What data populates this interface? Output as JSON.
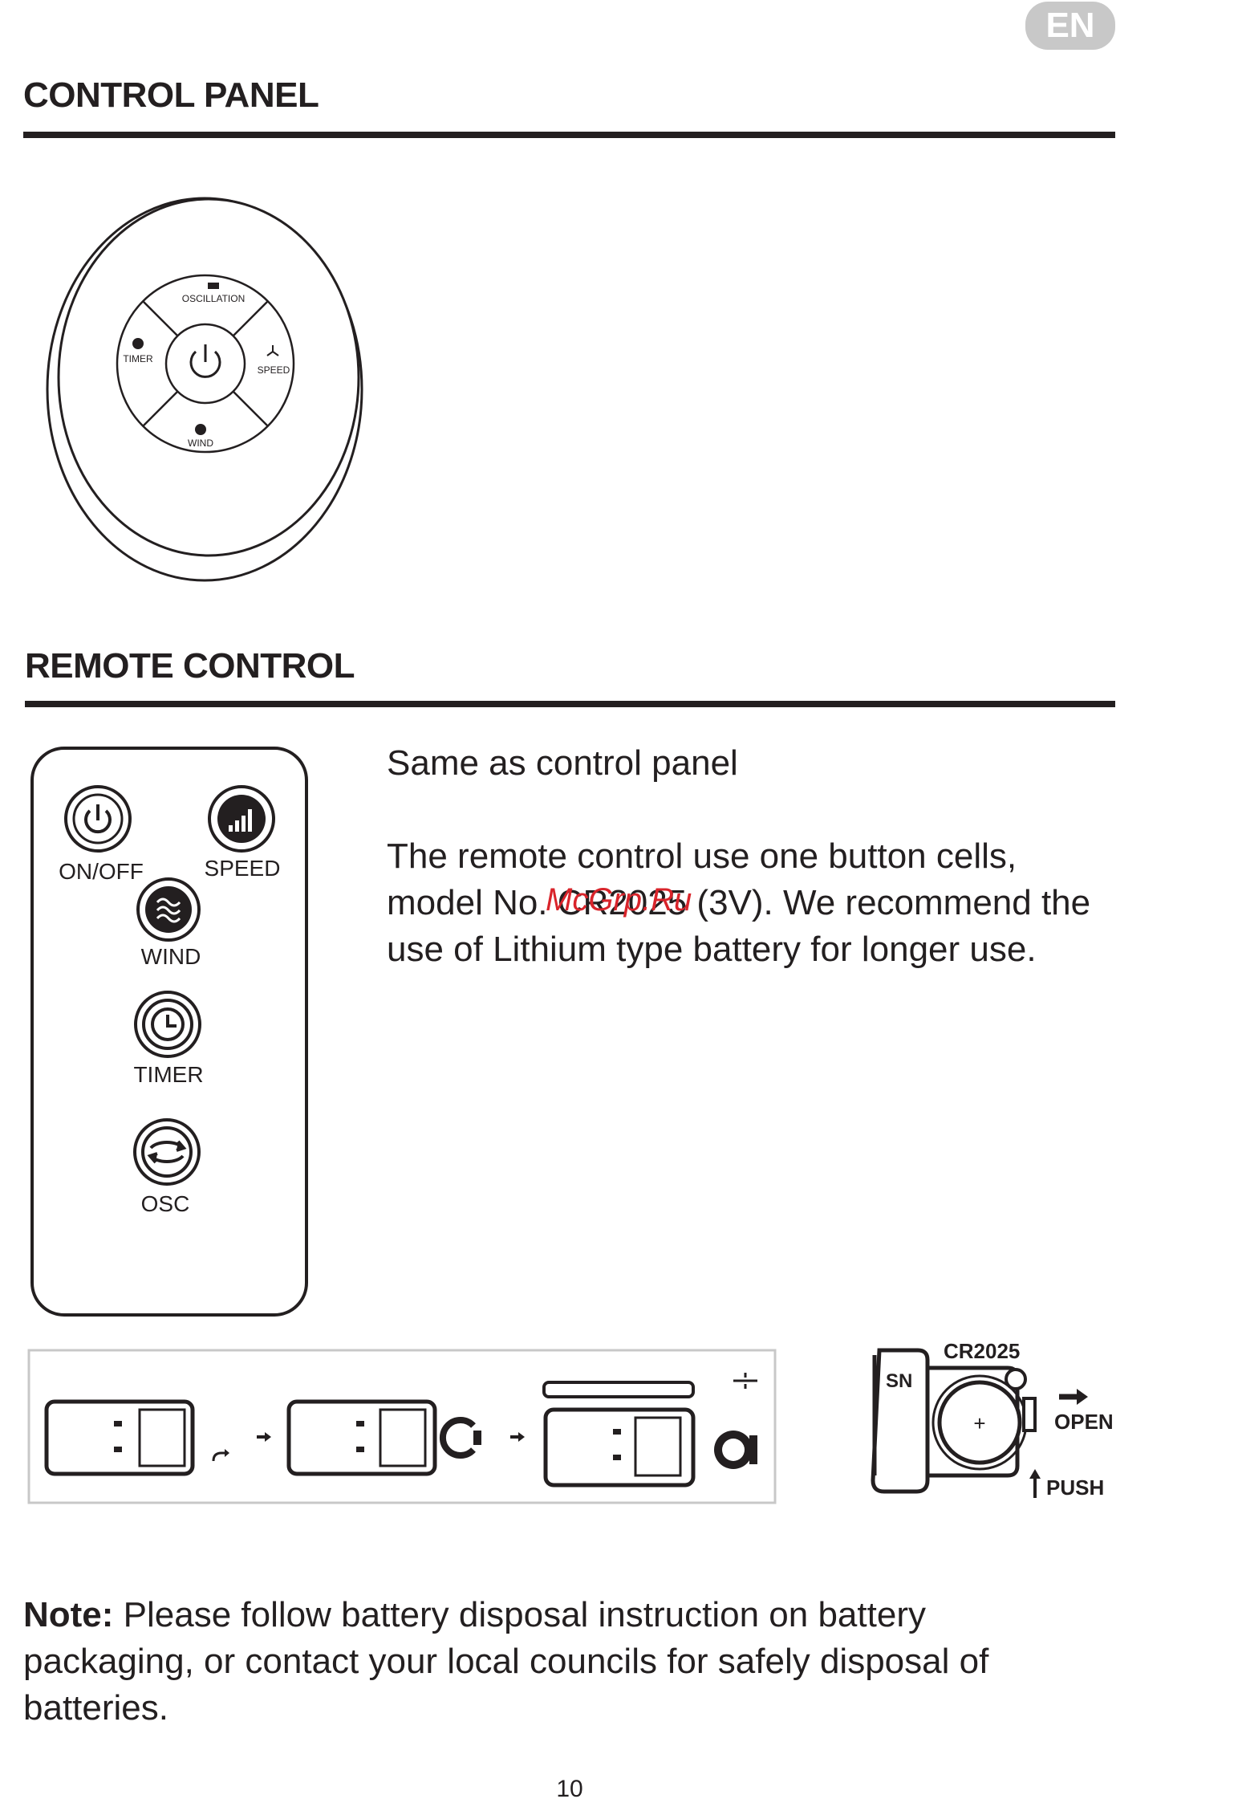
{
  "header": {
    "lang_badge": "EN"
  },
  "control_panel": {
    "title": "CONTROL PANEL",
    "labels": {
      "oscillation": "OSCILLATION",
      "timer": "TIMER",
      "speed": "SPEED",
      "wind": "WIND"
    }
  },
  "remote_control": {
    "title": "REMOTE CONTROL",
    "buttons": {
      "onoff": "ON/OFF",
      "speed": "SPEED",
      "wind": "WIND",
      "timer": "TIMER",
      "osc": "OSC"
    },
    "text_1": "Same as control panel",
    "text_2_line_1": "The remote control use one button cells,",
    "text_2_line_2": "model No. CR2025 (3V). We recommend the",
    "text_2_line_3": "use of Lithium type battery for longer use.",
    "watermark": "McGrp.Ru"
  },
  "battery_diagram": {
    "battery_model": "CR2025",
    "sn": "SN",
    "open": "OPEN",
    "push": "PUSH",
    "plus": "+"
  },
  "note": {
    "label": "Note:",
    "line_1": " Please follow battery disposal instruction on battery",
    "line_2": "packaging, or contact your local councils for safely disposal of",
    "line_3": "batteries."
  },
  "footer": {
    "page_number": "10"
  }
}
